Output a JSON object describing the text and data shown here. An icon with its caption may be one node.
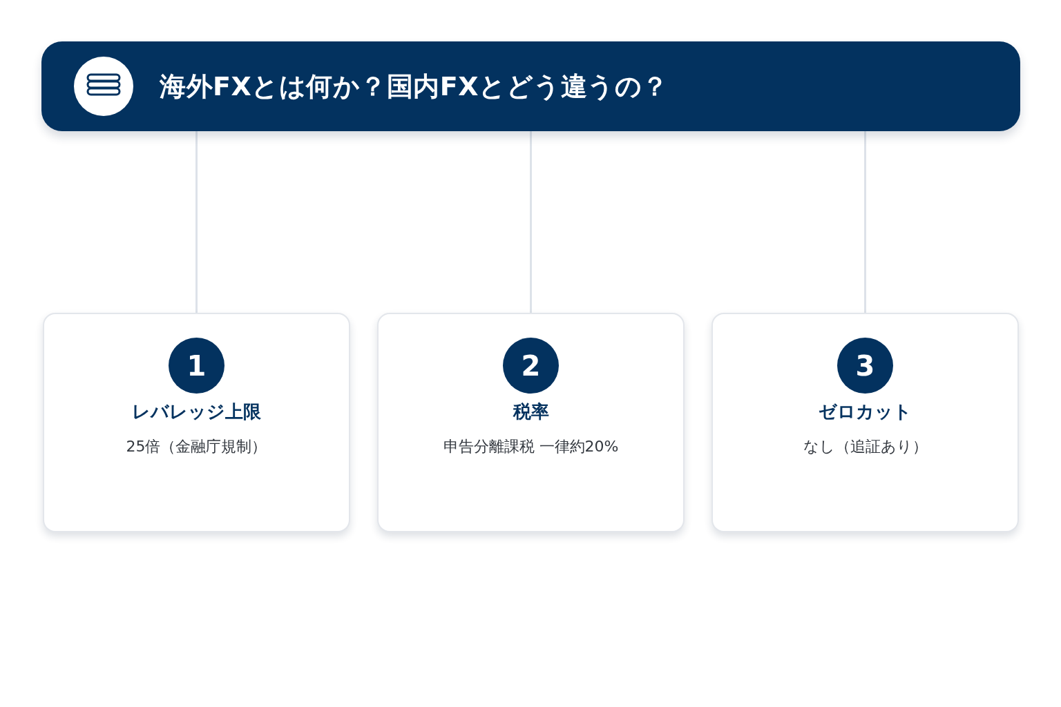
{
  "diagram": {
    "nodes": [
      {
        "text": [
          "海外FXとは何か？国内FXとどう違うの？"
        ]
      },
      {
        "text": [
          "1",
          "レバレッジ上限",
          "25倍（金融庁規制）"
        ]
      },
      {
        "text": [
          "2",
          "税率",
          "申告分離課税 一律約20%"
        ]
      },
      {
        "text": [
          "3",
          "ゼロカット",
          "なし（追証あり）"
        ]
      }
    ],
    "edges": [
      {
        "from": 0,
        "to": 1,
        "arrow": "none"
      },
      {
        "from": 0,
        "to": 2,
        "arrow": "none"
      },
      {
        "from": 0,
        "to": 3,
        "arrow": "none"
      }
    ]
  }
}
